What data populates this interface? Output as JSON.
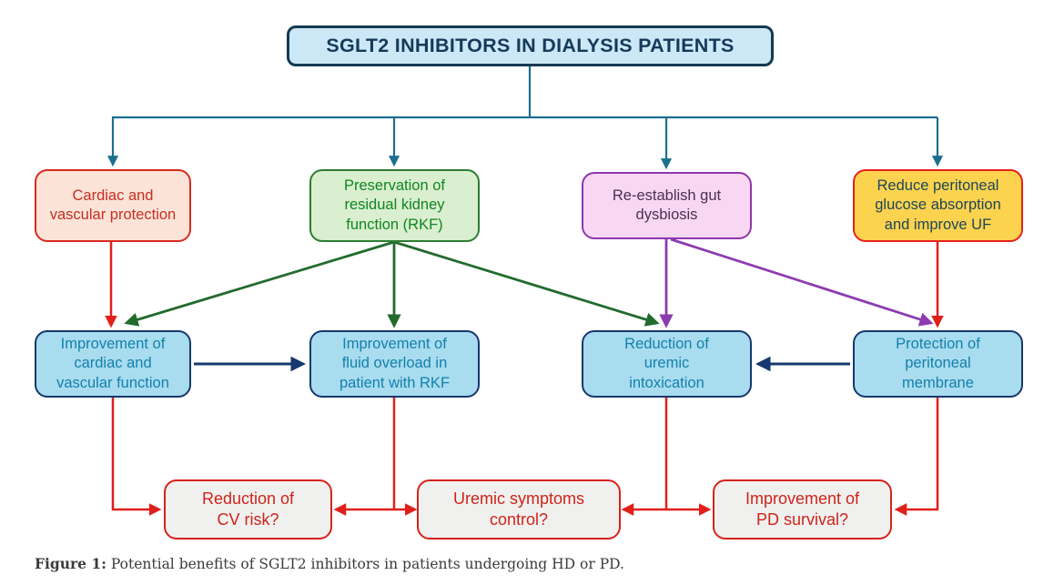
{
  "diagram": {
    "title": "SGLT2 INHIBITORS IN DIALYSIS PATIENTS",
    "nodes": {
      "cardiac_protection": {
        "label": "Cardiac and\nvascular protection",
        "fill": "#fbe3d8",
        "border": "#d52b1e",
        "text_color": "#c62f21"
      },
      "rkf_preservation": {
        "label": "Preservation of\nresidual kidney\nfunction (RKF)",
        "fill": "#d9efd0",
        "border": "#2c7d33",
        "text_color": "#11861f"
      },
      "gut_dysbiosis": {
        "label": "Re-establish gut\ndysbiosis",
        "fill": "#f8d7f3",
        "border": "#9036ad",
        "text_color": "#4a3150"
      },
      "peritoneal_glucose": {
        "label": "Reduce peritoneal\nglucose absorption\nand improve UF",
        "fill": "#fcd34f",
        "border": "#e8211a",
        "text_color": "#1d4656"
      },
      "cardiac_function": {
        "label": "Improvement of\ncardiac and\nvascular function",
        "fill": "#a8dcee",
        "border": "#16386e",
        "text_color": "#1480ad"
      },
      "fluid_overload": {
        "label": "Improvement of\nfluid overload in\npatient with RKF",
        "fill": "#a8dcee",
        "border": "#16386e",
        "text_color": "#1480ad"
      },
      "uremic_intoxication": {
        "label": "Reduction of\nuremic\nintoxication",
        "fill": "#a8dcee",
        "border": "#16386e",
        "text_color": "#1480ad"
      },
      "peritoneal_membrane": {
        "label": "Protection of\nperitoneal\nmembrane",
        "fill": "#a8dcee",
        "border": "#16386e",
        "text_color": "#1480ad"
      },
      "cv_risk": {
        "label": "Reduction of\nCV risk?",
        "fill": "#f0f0ef",
        "border": "#d6231b",
        "text_color": "#ce2418"
      },
      "uremic_control": {
        "label": "Uremic symptoms\ncontrol?",
        "fill": "#f0f0ef",
        "border": "#d6231b",
        "text_color": "#ce2418"
      },
      "pd_survival": {
        "label": "Improvement of\nPD survival?",
        "fill": "#f0f0ef",
        "border": "#d6231b",
        "text_color": "#ce2418"
      }
    },
    "edges": [
      {
        "from": "title",
        "to": "cardiac_protection",
        "color": "teal"
      },
      {
        "from": "title",
        "to": "rkf_preservation",
        "color": "teal"
      },
      {
        "from": "title",
        "to": "gut_dysbiosis",
        "color": "teal"
      },
      {
        "from": "title",
        "to": "peritoneal_glucose",
        "color": "teal"
      },
      {
        "from": "cardiac_protection",
        "to": "cardiac_function",
        "color": "red"
      },
      {
        "from": "rkf_preservation",
        "to": "cardiac_function",
        "color": "green"
      },
      {
        "from": "rkf_preservation",
        "to": "fluid_overload",
        "color": "green"
      },
      {
        "from": "rkf_preservation",
        "to": "uremic_intoxication",
        "color": "green"
      },
      {
        "from": "gut_dysbiosis",
        "to": "uremic_intoxication",
        "color": "purple"
      },
      {
        "from": "gut_dysbiosis",
        "to": "peritoneal_membrane",
        "color": "purple"
      },
      {
        "from": "peritoneal_glucose",
        "to": "peritoneal_membrane",
        "color": "red"
      },
      {
        "from": "cardiac_function",
        "to": "fluid_overload",
        "color": "navy"
      },
      {
        "from": "peritoneal_membrane",
        "to": "uremic_intoxication",
        "color": "navy"
      },
      {
        "from": "cardiac_function",
        "to": "cv_risk",
        "color": "red"
      },
      {
        "from": "fluid_overload",
        "to": "cv_risk",
        "color": "red"
      },
      {
        "from": "fluid_overload",
        "to": "uremic_control",
        "color": "red"
      },
      {
        "from": "uremic_intoxication",
        "to": "uremic_control",
        "color": "red"
      },
      {
        "from": "uremic_intoxication",
        "to": "pd_survival",
        "color": "red"
      },
      {
        "from": "peritoneal_membrane",
        "to": "pd_survival",
        "color": "red"
      }
    ],
    "caption": {
      "prefix": "Figure 1:",
      "text": " Potential benefits of SGLT2 inhibitors in patients undergoing HD or PD."
    }
  },
  "colors": {
    "teal_connector": "#1a708e",
    "red_connector": "#e0201b",
    "green_connector": "#226b2d",
    "purple_connector": "#8d3bb0",
    "navy_connector": "#16386e",
    "title_fill": "#cce8f6",
    "title_border": "#143a52",
    "title_text": "#16395b",
    "background": "#ffffff"
  }
}
